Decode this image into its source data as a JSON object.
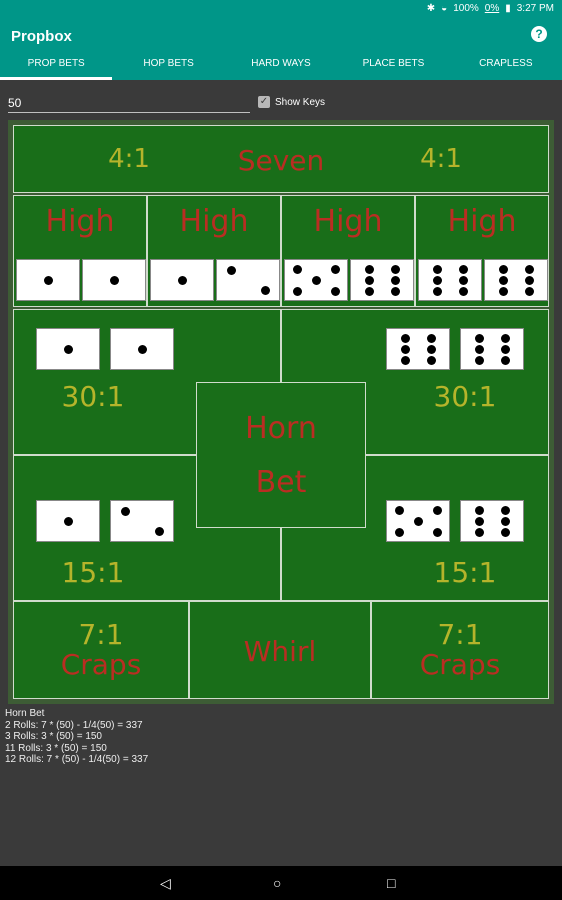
{
  "status": {
    "battery": "100%",
    "data": "0%",
    "time": "3:27 PM"
  },
  "appbar": {
    "title": "Propbox",
    "help": "?"
  },
  "tabs": [
    {
      "label": "PROP BETS",
      "active": true
    },
    {
      "label": "HOP BETS"
    },
    {
      "label": "HARD WAYS"
    },
    {
      "label": "PLACE BETS"
    },
    {
      "label": "CRAPLESS"
    }
  ],
  "controls": {
    "bet_value": "50",
    "show_keys_label": "Show Keys",
    "show_keys_checked": true
  },
  "board": {
    "seven": {
      "left_odds": "4:1",
      "label": "Seven",
      "right_odds": "4:1"
    },
    "high": [
      "High",
      "High",
      "High",
      "High"
    ],
    "corners": {
      "top_left": "30:1",
      "top_right": "30:1",
      "bottom_left": "15:1",
      "bottom_right": "15:1"
    },
    "horn": {
      "line1": "Horn",
      "line2": "Bet"
    },
    "bottom": {
      "left_odds": "7:1",
      "left_label": "Craps",
      "center": "Whirl",
      "right_odds": "7:1",
      "right_label": "Craps"
    }
  },
  "result": {
    "title": "Horn Bet",
    "lines": [
      "2 Rolls: 7 * (50) - 1/4(50) = 337",
      "3 Rolls: 3 * (50) = 150",
      "11 Rolls: 3 * (50) = 150",
      "12 Rolls: 7 * (50) - 1/4(50) = 337"
    ]
  }
}
